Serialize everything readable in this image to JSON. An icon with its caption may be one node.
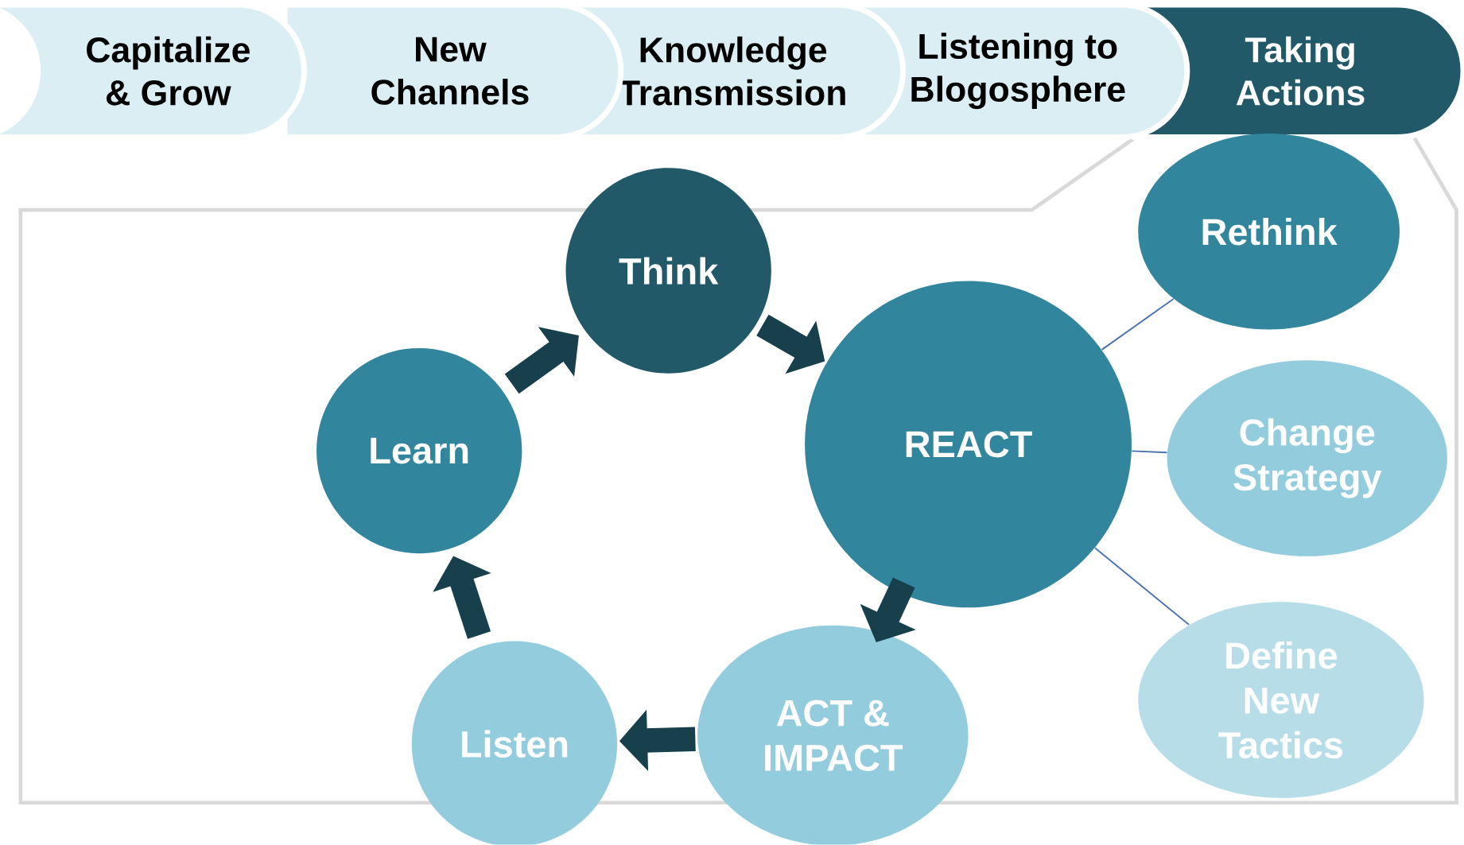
{
  "diagram": {
    "nodes": [
      {
        "text": [
          "Capitalize & Grow"
        ]
      },
      {
        "text": [
          "New Channels"
        ]
      },
      {
        "text": [
          "Knowledge Transmission"
        ]
      },
      {
        "text": [
          "Listening to Blogosphere"
        ]
      },
      {
        "text": [
          "Taking Actions"
        ]
      },
      {
        "text": [
          "Think"
        ]
      },
      {
        "text": [
          "REACT"
        ]
      },
      {
        "text": [
          "Learn"
        ]
      },
      {
        "text": [
          "ACT & IMPACT"
        ]
      },
      {
        "text": [
          "Listen"
        ]
      },
      {
        "text": [
          "Rethink"
        ]
      },
      {
        "text": [
          "Change Strategy"
        ]
      },
      {
        "text": [
          "Define New Tactics"
        ]
      }
    ],
    "edges": [
      {
        "from": 7,
        "to": 5,
        "arrow": "to"
      },
      {
        "from": 5,
        "to": 6,
        "arrow": "to"
      },
      {
        "from": 6,
        "to": 8,
        "arrow": "to"
      },
      {
        "from": 8,
        "to": 9,
        "arrow": "to"
      },
      {
        "from": 9,
        "to": 7,
        "arrow": "to"
      },
      {
        "from": 6,
        "to": 10,
        "arrow": "none",
        "color": "#4a72b0"
      },
      {
        "from": 6,
        "to": 11,
        "arrow": "none",
        "color": "#4a72b0"
      },
      {
        "from": 6,
        "to": 12,
        "arrow": "none",
        "color": "#4a72b0"
      }
    ]
  }
}
